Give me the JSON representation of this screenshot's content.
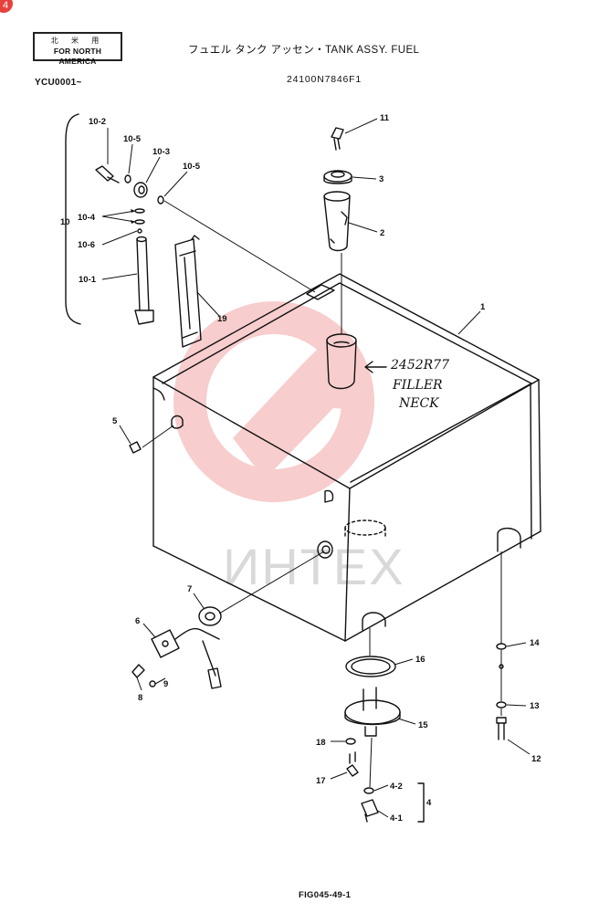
{
  "header": {
    "region_jp": "北 米 用",
    "region_en": "FOR NORTH AMERICA",
    "title": "フュエル タンク アッセン・TANK ASSY. FUEL",
    "serial": "YCU0001~",
    "part_number": "24100N7846F1"
  },
  "corner_badge": "4",
  "handwritten_note": [
    "2452R77",
    "FILLER",
    "NECK"
  ],
  "watermark": "ИНТЕХ",
  "figure_label": "FIG045-49-1",
  "callouts": {
    "c1": "1",
    "c2": "2",
    "c3": "3",
    "c4": "4",
    "c4_1": "4-1",
    "c4_2": "4-2",
    "c5": "5",
    "c6": "6",
    "c7": "7",
    "c8": "8",
    "c9": "9",
    "c10": "10",
    "c10_1": "10-1",
    "c10_2": "10-2",
    "c10_3": "10-3",
    "c10_4": "10-4",
    "c10_5a": "10-5",
    "c10_5b": "10-5",
    "c10_6": "10-6",
    "c11": "11",
    "c12": "12",
    "c13": "13",
    "c14": "14",
    "c15": "15",
    "c16": "16",
    "c17": "17",
    "c18": "18",
    "c19": "19"
  },
  "colors": {
    "ink": "#111111",
    "watermark": "#f2a6a6",
    "badge": "#e8413c"
  }
}
